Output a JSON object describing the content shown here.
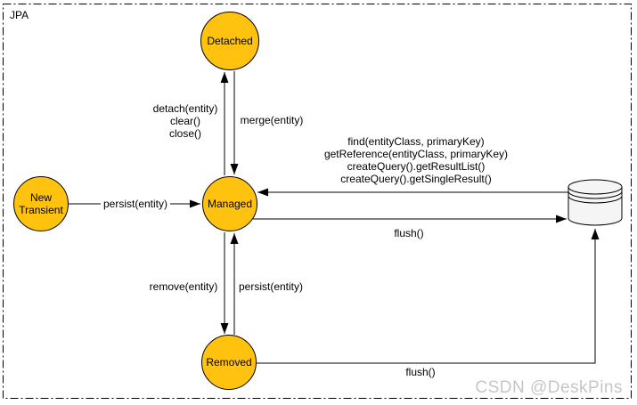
{
  "diagram": {
    "container_label": "JPA",
    "nodes": [
      {
        "id": "detached",
        "label": "Detached"
      },
      {
        "id": "new_transient",
        "label": "New Transient"
      },
      {
        "id": "managed",
        "label": "Managed"
      },
      {
        "id": "removed",
        "label": "Removed"
      },
      {
        "id": "database",
        "icon": "database-icon"
      }
    ],
    "edges": [
      {
        "from": "managed",
        "to": "detached",
        "label": "detach(entity)\nclear()\nclose()"
      },
      {
        "from": "detached",
        "to": "managed",
        "label": "merge(entity)"
      },
      {
        "from": "new_transient",
        "to": "managed",
        "label": "persist(entity)"
      },
      {
        "from": "database",
        "to": "managed",
        "label": "find(entityClass, primaryKey)\ngetReference(entityClass, primaryKey)\ncreateQuery().getResultList()\ncreateQuery().getSingleResult()"
      },
      {
        "from": "managed",
        "to": "database",
        "label": "flush()"
      },
      {
        "from": "managed",
        "to": "removed",
        "label": "remove(entity)"
      },
      {
        "from": "removed",
        "to": "managed",
        "label": "persist(entity)"
      },
      {
        "from": "removed",
        "to": "database",
        "label": "flush()"
      }
    ],
    "colors": {
      "state_fill": "#FFC20E",
      "state_border": "#000000",
      "database_fill": "#F5F5F5",
      "line": "#000000",
      "watermark": "#C6C6C6"
    }
  },
  "watermark": "CSDN @DeskPins"
}
